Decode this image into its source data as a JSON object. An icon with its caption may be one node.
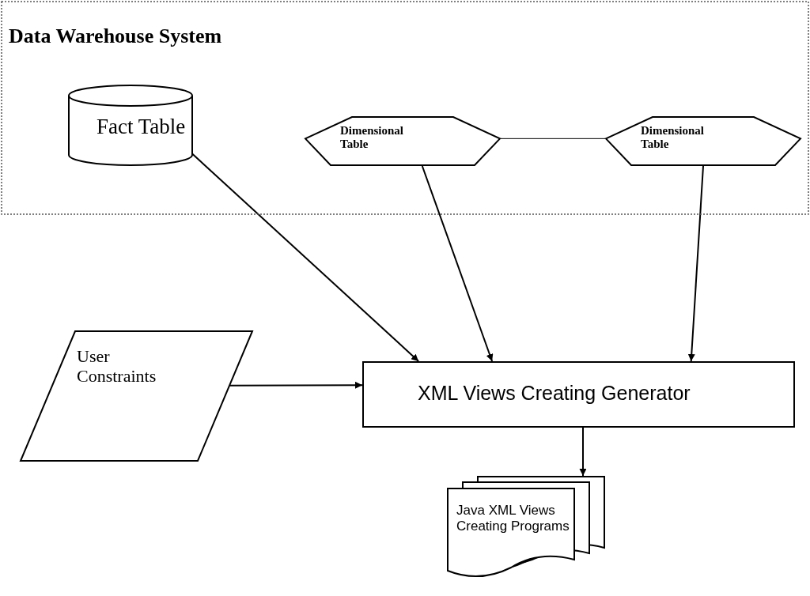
{
  "diagram": {
    "nodes": [
      {
        "text": [
          "Data Warehouse System"
        ]
      },
      {
        "text": [
          "Fact Table"
        ],
        "in": 0
      },
      {
        "text": [
          "Dimensional Table"
        ],
        "in": 0
      },
      {
        "text": [
          "Dimensional Table"
        ],
        "in": 0
      },
      {
        "text": [
          "User Constraints"
        ]
      },
      {
        "text": [
          "XML Views Creating Generator"
        ]
      },
      {
        "text": [
          "Java XML Views Creating Programs"
        ]
      }
    ],
    "edges": [
      {
        "from": 2,
        "to": 3,
        "arrow": "none"
      },
      {
        "from": 1,
        "to": 5,
        "arrow": "to"
      },
      {
        "from": 2,
        "to": 5,
        "arrow": "to"
      },
      {
        "from": 3,
        "to": 5,
        "arrow": "to"
      },
      {
        "from": 4,
        "to": 5,
        "arrow": "to"
      },
      {
        "from": 5,
        "to": 6,
        "arrow": "to"
      }
    ]
  }
}
